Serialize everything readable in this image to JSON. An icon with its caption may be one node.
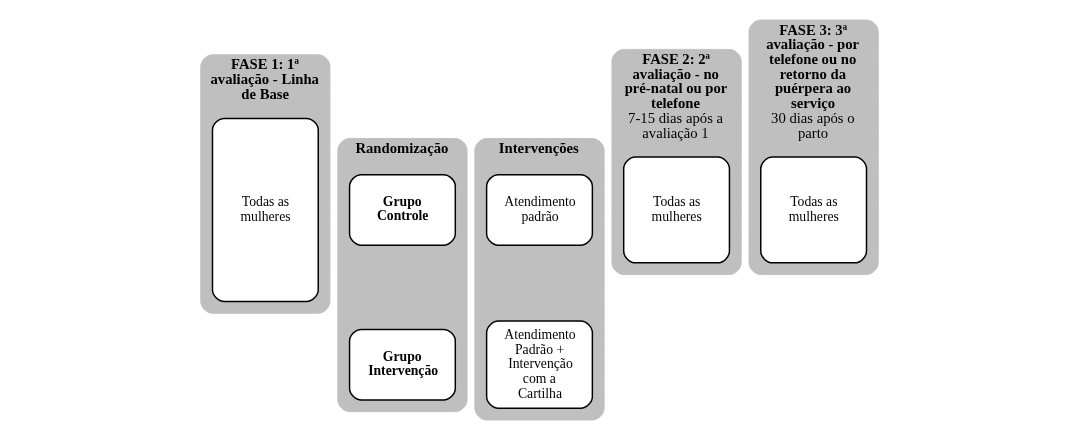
{
  "diagram": {
    "nodes": [
      {
        "text": [
          "FASE 1: 1ª avaliação - Linha de Base"
        ]
      },
      {
        "text": [
          "Todas as mulheres"
        ],
        "in": 0
      },
      {
        "text": [
          "Randomização"
        ]
      },
      {
        "text": [
          "Grupo Controle"
        ],
        "in": 2
      },
      {
        "text": [
          "Grupo Intervenção"
        ],
        "in": 2
      },
      {
        "text": [
          "Intervenções"
        ]
      },
      {
        "text": [
          "Atendimento padrão"
        ],
        "in": 5
      },
      {
        "text": [
          "Atendimento Padrão + Intervenção com a Cartilha"
        ],
        "in": 5
      },
      {
        "text": [
          "FASE 2: 2ª avaliação - no pré-natal ou por telefone",
          "7-15 dias após a avaliação 1"
        ]
      },
      {
        "text": [
          "Todas as mulheres"
        ],
        "in": 8
      },
      {
        "text": [
          "FASE 3: 3ª avaliação - por telefone ou no retorno da puérpera ao serviço",
          "30 dias após o parto"
        ]
      },
      {
        "text": [
          "Todas as mulheres"
        ],
        "in": 10
      }
    ]
  }
}
